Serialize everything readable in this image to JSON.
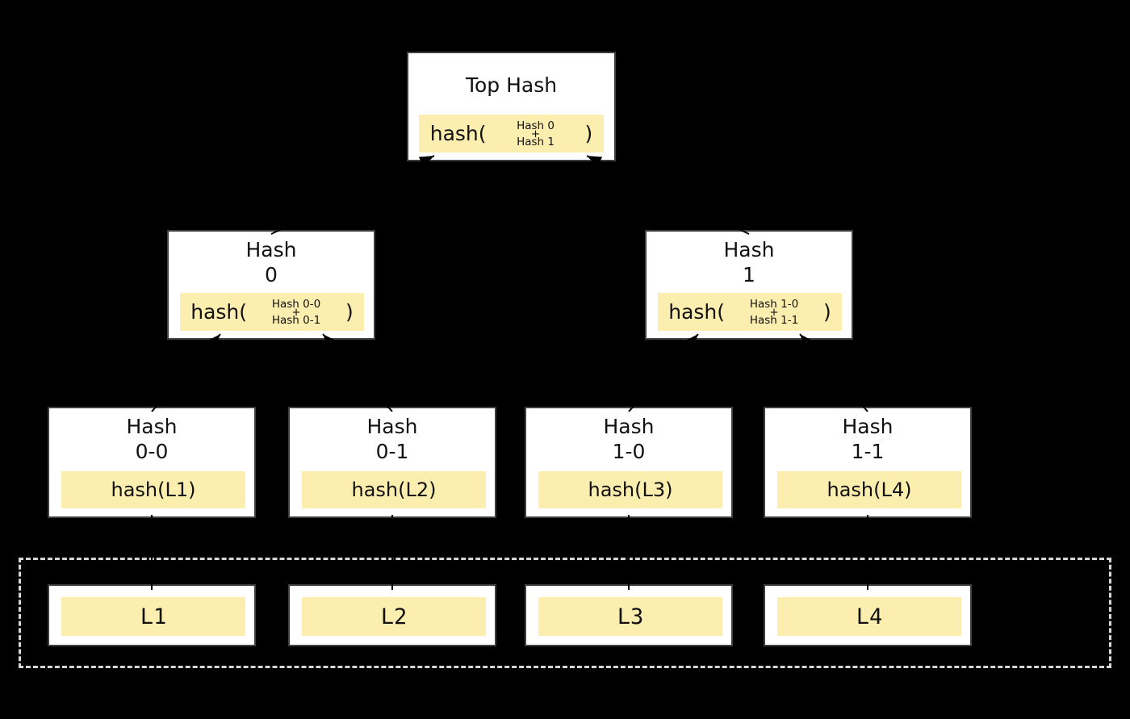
{
  "colors": {
    "background": "#000000",
    "box_fill": "#ffffff",
    "box_border": "#3f3f3f",
    "highlight_fill": "#fceeae",
    "dashed_border": "#d6d6d6",
    "arrow": "#000000",
    "text": "#111111"
  },
  "nodes": {
    "top": {
      "title": "Top Hash",
      "formula": {
        "prefix": "hash(",
        "operand1": "Hash 0",
        "operator": "+",
        "operand2": "Hash 1",
        "suffix": ")"
      }
    },
    "level1": [
      {
        "title_line1": "Hash",
        "title_line2": "0",
        "formula": {
          "prefix": "hash(",
          "operand1": "Hash 0-0",
          "operator": "+",
          "operand2": "Hash 0-1",
          "suffix": ")"
        }
      },
      {
        "title_line1": "Hash",
        "title_line2": "1",
        "formula": {
          "prefix": "hash(",
          "operand1": "Hash 1-0",
          "operator": "+",
          "operand2": "Hash 1-1",
          "suffix": ")"
        }
      }
    ],
    "level2": [
      {
        "title_line1": "Hash",
        "title_line2": "0-0",
        "formula": "hash(L1)"
      },
      {
        "title_line1": "Hash",
        "title_line2": "0-1",
        "formula": "hash(L2)"
      },
      {
        "title_line1": "Hash",
        "title_line2": "1-0",
        "formula": "hash(L3)"
      },
      {
        "title_line1": "Hash",
        "title_line2": "1-1",
        "formula": "hash(L4)"
      }
    ],
    "leaves": [
      {
        "label": "L1"
      },
      {
        "label": "L2"
      },
      {
        "label": "L3"
      },
      {
        "label": "L4"
      }
    ]
  }
}
